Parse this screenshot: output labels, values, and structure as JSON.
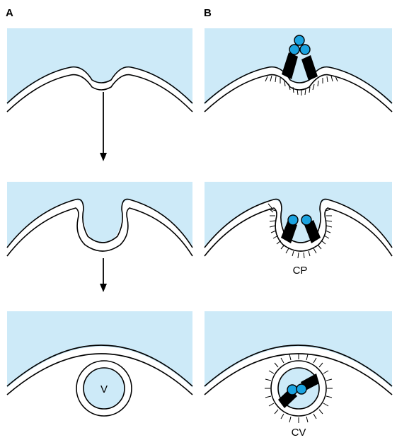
{
  "column_a_label": "A",
  "column_b_label": "B",
  "vesicle_label": "V",
  "coated_pit_label": "CP",
  "coated_vesicle_label": "CV",
  "colors": {
    "extracellular": "#cdeaf8",
    "membrane": "#000000",
    "cell_interior": "#ffffff",
    "ligand": "#1ba3e0",
    "receptor": "#000000"
  }
}
